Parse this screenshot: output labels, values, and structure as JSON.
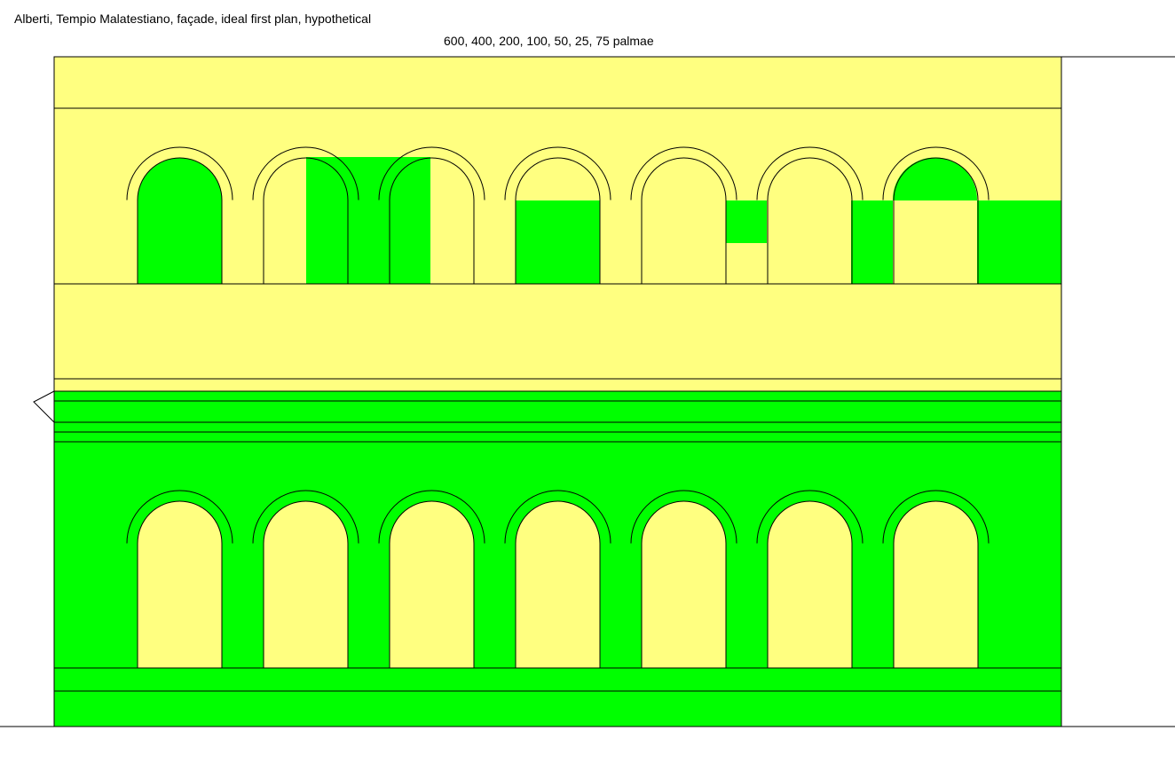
{
  "header": {
    "title": "Alberti, Tempio Malatestiano, façade, ideal first plan, hypothetical",
    "scale_note": "600, 400, 200, 100, 50, 25, 75 palmae"
  },
  "colors": {
    "background": "#ffffff",
    "yellow": "#ffff80",
    "green": "#00ff00",
    "line": "#000000"
  },
  "facade": {
    "upper_arch_count": 7,
    "lower_arch_count": 7
  }
}
